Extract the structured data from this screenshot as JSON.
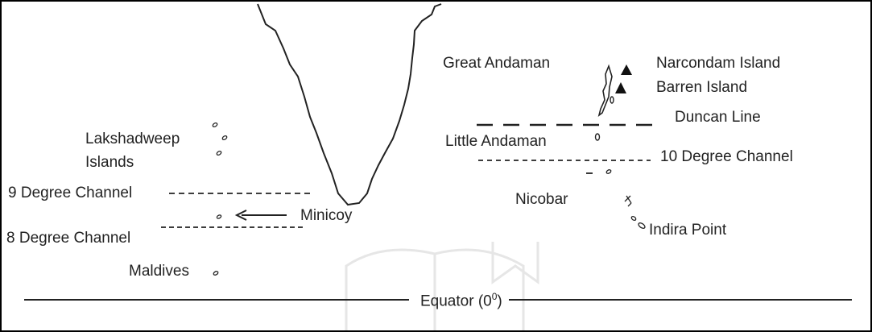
{
  "labels": {
    "great_andaman": "Great Andaman",
    "narcondam": "Narcondam Island",
    "barren": "Barren Island",
    "duncan": "Duncan Line",
    "little_andaman": "Little Andaman",
    "ten_degree": "10  Degree Channel",
    "lakshadweep_1": "Lakshadweep",
    "lakshadweep_2": "Islands",
    "nine_degree": "9 Degree Channel",
    "minicoy": "Minicoy",
    "eight_degree": "8 Degree Channel",
    "nicobar": "Nicobar",
    "indira": "Indira Point",
    "maldives": "Maldives",
    "equator_text": "Equator (0",
    "equator_sup": "0",
    "equator_close": ")"
  },
  "colors": {
    "ink": "#222222",
    "watermark": "#e6e6e6"
  }
}
